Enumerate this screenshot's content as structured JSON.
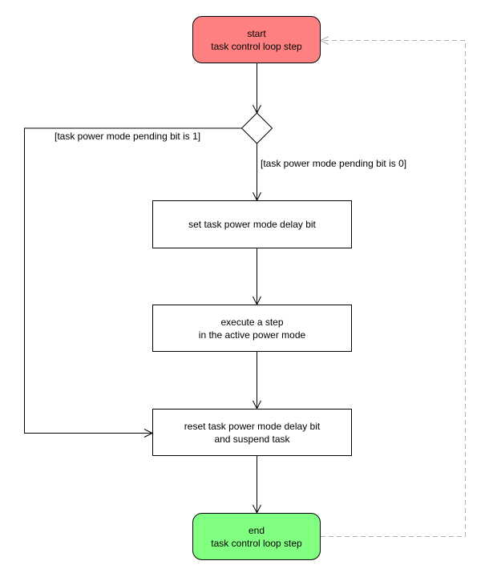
{
  "diagram": {
    "start": {
      "lines": [
        "start",
        "task control loop step"
      ],
      "color": "#ff8080"
    },
    "decision": {
      "guard_true": "[task power mode pending bit is 1]",
      "guard_false": "[task power mode pending bit is 0]"
    },
    "actions": [
      {
        "lines": [
          "set task power mode delay bit"
        ]
      },
      {
        "lines": [
          "execute a step",
          "in the active power mode"
        ]
      },
      {
        "lines": [
          "reset task power mode delay bit",
          "and suspend task"
        ]
      }
    ],
    "end": {
      "lines": [
        "end",
        "task control loop step"
      ],
      "color": "#80ff80"
    },
    "colors": {
      "line": "#000000",
      "loop_back_line": "#b0b0b0"
    }
  }
}
